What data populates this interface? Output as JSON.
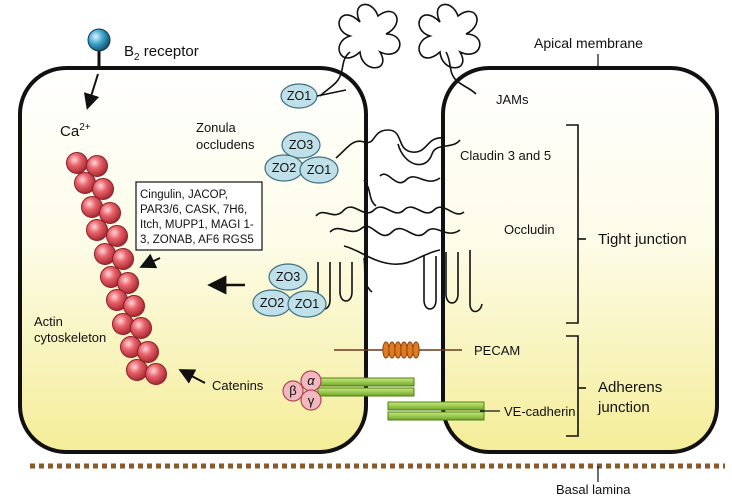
{
  "labels": {
    "b2_receptor": "B",
    "b2_sub": "2",
    "b2_rest": " receptor",
    "apical_membrane": "Apical membrane",
    "calcium": "Ca",
    "calcium_sup": "2+",
    "jams": "JAMs",
    "zonula_line1": "Zonula",
    "zonula_line2": "occludens",
    "claudin": "Claudin 3 and 5",
    "occludin": "Occludin",
    "tight_junction": "Tight junction",
    "actin_line1": "Actin",
    "actin_line2": "cytoskeleton",
    "pecam": "PECAM",
    "catenins": "Catenins",
    "adherens_line1": "Adherens",
    "adherens_line2": "junction",
    "ve_cadherin": "VE-cadherin",
    "basal_lamina": "Basal lamina"
  },
  "proteins": {
    "zo1": "ZO1",
    "zo2": "ZO2",
    "zo3": "ZO3",
    "alpha": "α",
    "beta": "β",
    "gamma": "γ"
  },
  "protein_box": {
    "lines": [
      "Cingulin, JACOP,",
      "PAR3/6, CASK, 7H6,",
      "Itch, MUPP1, MAGI 1-",
      "3, ZONAB, AF6  RGS5"
    ]
  },
  "colors": {
    "cell_top": "#ffffff",
    "cell_bottom": "#f6f0a0",
    "actin": "#e8626a",
    "zo": "#bfe0e8",
    "catenin": "#f2b8c0",
    "cadherin": "#8cc63f",
    "pecam": "#e07b1f",
    "lamina": "#8b5a2b"
  }
}
